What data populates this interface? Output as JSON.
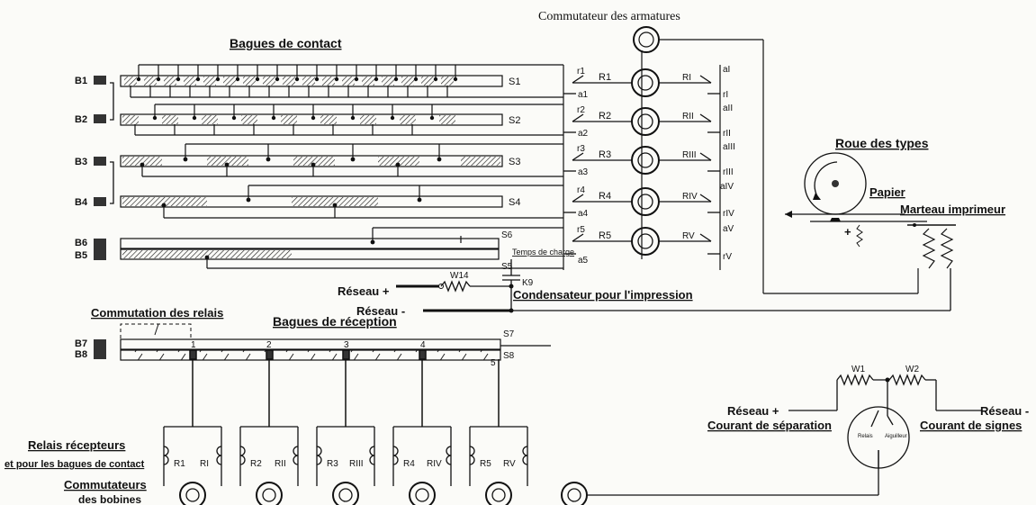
{
  "title": "Commutateur des armatures",
  "labels": {
    "bagues_contact": "Bagues de contact",
    "bagues_reception": "Bagues de réception",
    "commutation_relais": "Commutation des relais",
    "roue_types": "Roue des types",
    "papier": "Papier",
    "marteau": "Marteau imprimeur",
    "temps_charge": "Temps de charge",
    "condensateur": "Condensateur pour l'impression",
    "reseau_plus": "Réseau +",
    "reseau_minus": "Réseau -",
    "reseau_plus2": "Réseau +",
    "reseau_minus2": "Réseau -",
    "courant_separation": "Courant de séparation",
    "courant_signes": "Courant de signes",
    "relais_recepteurs": "Relais récepteurs",
    "pour_bagues": "et pour les bagues de contact",
    "commutateurs": "Commutateurs",
    "des_bobines": "des bobines",
    "relais_small": "Relais",
    "aiguilleur": "Aiguilleur"
  },
  "rings_left": [
    "B1",
    "B2",
    "B3",
    "B4",
    "B6",
    "B5",
    "B7",
    "B8"
  ],
  "ring_right": [
    "S1",
    "S2",
    "S3",
    "S4",
    "S6",
    "S5",
    "S7",
    "S8"
  ],
  "relays": [
    "R1",
    "R2",
    "R3",
    "R4",
    "R5"
  ],
  "relays_roman": [
    "RI",
    "RII",
    "RIII",
    "RIV",
    "RV"
  ],
  "contacts_r": [
    "r1",
    "r2",
    "r3",
    "r4",
    "r5"
  ],
  "contacts_a": [
    "a1",
    "a2",
    "a3",
    "a4",
    "a5"
  ],
  "contacts_aR": [
    "aI",
    "aII",
    "aIII",
    "aIV",
    "aV"
  ],
  "contacts_rR": [
    "rI",
    "rII",
    "rIII",
    "rIV",
    "rV"
  ],
  "components": {
    "w14": "W14",
    "k9": "K9",
    "w1": "W1",
    "w2": "W2",
    "plus": "+"
  },
  "reception_numbers": [
    "1",
    "2",
    "3",
    "4",
    "5"
  ],
  "bottom_relays": [
    {
      "left": "R1",
      "right": "RI"
    },
    {
      "left": "R2",
      "right": "RII"
    },
    {
      "left": "R3",
      "right": "RIII"
    },
    {
      "left": "R4",
      "right": "RIV"
    },
    {
      "left": "R5",
      "right": "RV"
    }
  ]
}
